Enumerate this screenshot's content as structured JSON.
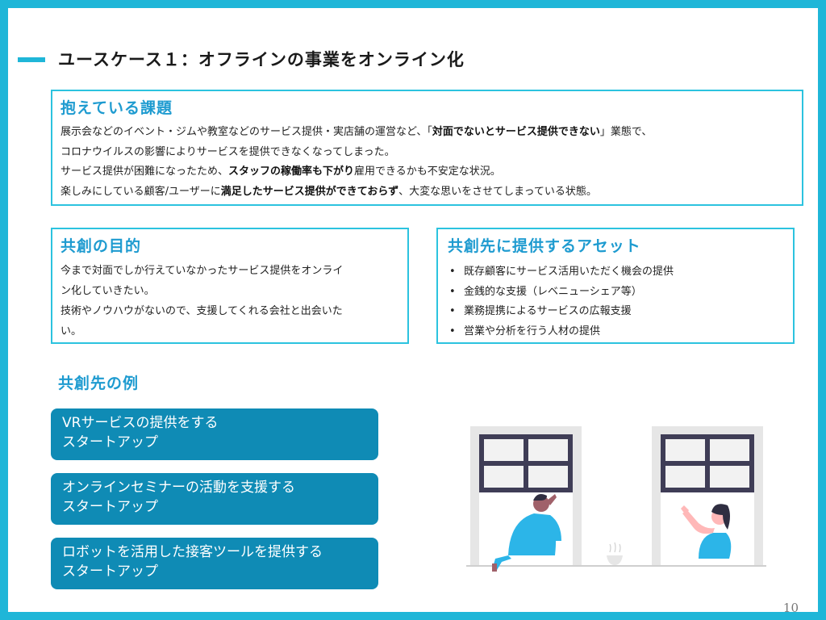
{
  "page": {
    "title": "ユースケース１：オフラインの事業をオンライン化",
    "page_number": "10"
  },
  "issues": {
    "heading": "抱えている課題",
    "line1_pre": "展示会などのイベント・ジムや教室などのサービス提供・実店舗の運営など、「",
    "line1_bold": "対面でないとサービス提供できない",
    "line1_post": "」業態で、",
    "line2": "コロナウイルスの影響によりサービスを提供できなくなってしまった。",
    "line3_pre": "サービス提供が困難になったため、",
    "line3_bold": "スタッフの稼働率も下がり",
    "line3_post": "雇用できるかも不安定な状況。",
    "line4_pre": "楽しみにしている顧客/ユーザーに",
    "line4_bold": "満足したサービス提供ができておらず",
    "line4_post": "、大変な思いをさせてしまっている状態。"
  },
  "purpose": {
    "heading": "共創の目的",
    "line1": "今まで対面でしか行えていなかったサービス提供をオンライ",
    "line2": "ン化していきたい。",
    "line3": "技術やノウハウがないので、支援してくれる会社と出会いた",
    "line4": "い。"
  },
  "assets": {
    "heading": "共創先に提供するアセット",
    "items": [
      "既存顧客にサービス活用いただく機会の提供",
      "金銭的な支援（レベニューシェア等）",
      "業務提携によるサービスの広報支援",
      "営業や分析を行う人材の提供"
    ]
  },
  "examples": {
    "heading": "共創先の例",
    "cards": [
      {
        "line1": "VRサービスの提供をする",
        "line2": "スタートアップ"
      },
      {
        "line1": "オンラインセミナーの活動を支援する",
        "line2": "スタートアップ"
      },
      {
        "line1": "ロボットを活用した接客ツールを提供する",
        "line2": "スタートアップ"
      }
    ]
  },
  "colors": {
    "accent": "#1fb6d8",
    "heading": "#1e9bd0",
    "card": "#0f8bb5"
  }
}
